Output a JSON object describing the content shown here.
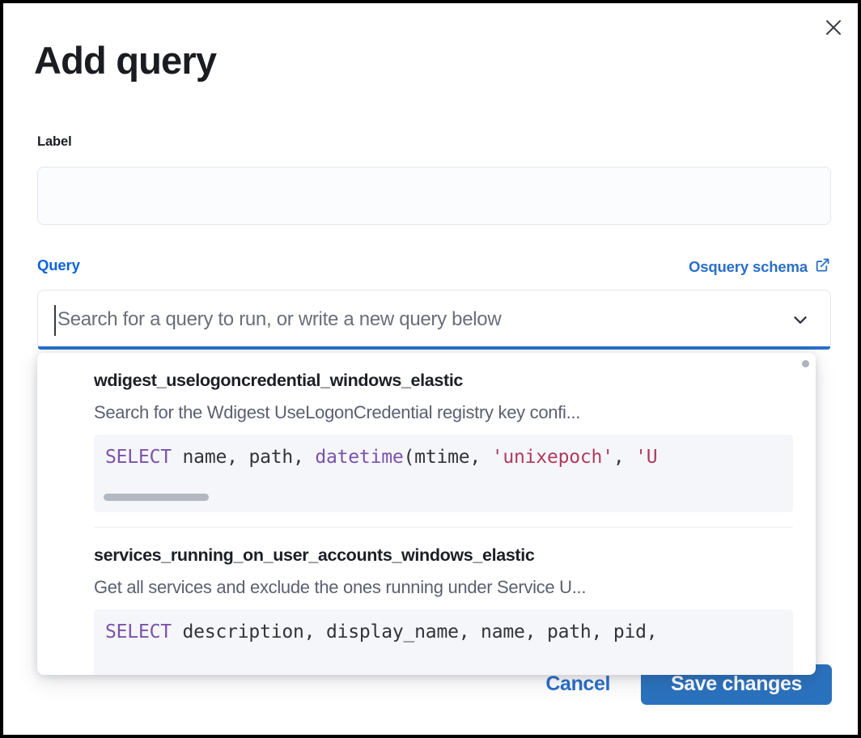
{
  "dialog": {
    "title": "Add query",
    "close_icon": "close-icon"
  },
  "label_field": {
    "label": "Label",
    "value": "",
    "placeholder": ""
  },
  "query_section": {
    "label": "Query",
    "schema_link": "Osquery schema",
    "schema_icon": "external-link-icon"
  },
  "combobox": {
    "placeholder": "Search for a query to run, or write a new query below",
    "value": "",
    "chevron_icon": "chevron-down-icon"
  },
  "dropdown": {
    "options": [
      {
        "title": "wdigest_uselogoncredential_windows_elastic",
        "description": "Search for the Wdigest UseLogonCredential registry key confi...",
        "code_tokens": [
          {
            "t": "SELECT",
            "c": "kw"
          },
          {
            "t": " name",
            "c": "id"
          },
          {
            "t": ", ",
            "c": "punc"
          },
          {
            "t": "path",
            "c": "id"
          },
          {
            "t": ", ",
            "c": "punc"
          },
          {
            "t": "datetime",
            "c": "fn"
          },
          {
            "t": "(",
            "c": "punc"
          },
          {
            "t": "mtime",
            "c": "id"
          },
          {
            "t": ", ",
            "c": "punc"
          },
          {
            "t": "'unixepoch'",
            "c": "str"
          },
          {
            "t": ", ",
            "c": "punc"
          },
          {
            "t": "'U",
            "c": "str"
          }
        ],
        "has_scrollbar": true
      },
      {
        "title": "services_running_on_user_accounts_windows_elastic",
        "description": "Get all services and exclude the ones running under Service U...",
        "code_tokens": [
          {
            "t": "SELECT",
            "c": "kw"
          },
          {
            "t": " description",
            "c": "id"
          },
          {
            "t": ", ",
            "c": "punc"
          },
          {
            "t": "display_name",
            "c": "id"
          },
          {
            "t": ", ",
            "c": "punc"
          },
          {
            "t": "name",
            "c": "id"
          },
          {
            "t": ", ",
            "c": "punc"
          },
          {
            "t": "path",
            "c": "id"
          },
          {
            "t": ", ",
            "c": "punc"
          },
          {
            "t": "pid",
            "c": "id"
          },
          {
            "t": ",",
            "c": "punc"
          }
        ],
        "has_scrollbar": false
      }
    ]
  },
  "footer": {
    "cancel_label": "Cancel",
    "save_label": "Save changes"
  },
  "colors": {
    "accent_blue": "#2a6fc9",
    "link_blue": "#0b64dd",
    "save_button": "#2b72be",
    "text_dark": "#1a1c21",
    "text_muted": "#5b6070",
    "code_bg": "#f5f6fa",
    "keyword": "#7b52ab",
    "string": "#b03a5b"
  }
}
